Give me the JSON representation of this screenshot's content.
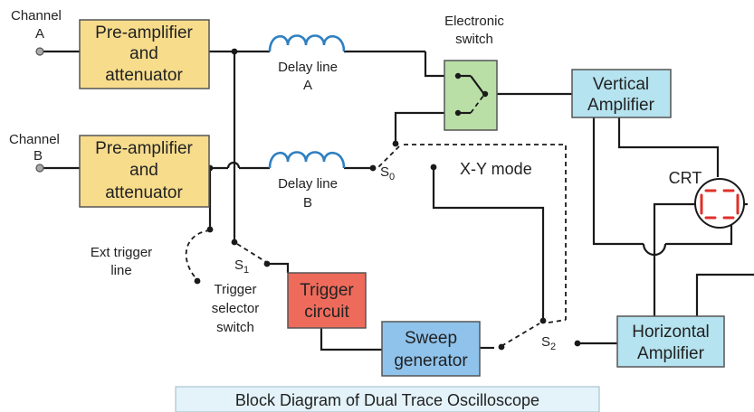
{
  "colors": {
    "preamp": "#f7dc8c",
    "switch": "#b9dfa6",
    "amplifier": "#b5e3ef",
    "trigger": "#ee6b5c",
    "sweep": "#8fc3ec",
    "caption_bg": "#e3f3f9",
    "inductor": "#2f7fc1",
    "crt_plates": "#e0302a"
  },
  "inputs": {
    "channel_a": {
      "line1": "Channel",
      "line2": "A"
    },
    "channel_b": {
      "line1": "Channel",
      "line2": "B"
    }
  },
  "blocks": {
    "preamp_a": [
      "Pre-amplifier",
      "and",
      "attenuator"
    ],
    "preamp_b": [
      "Pre-amplifier",
      "and",
      "attenuator"
    ],
    "vertical_amplifier": [
      "Vertical",
      "Amplifier"
    ],
    "horizontal_amplifier": [
      "Horizontal",
      "Amplifier"
    ],
    "trigger_circuit": [
      "Trigger",
      "circuit"
    ],
    "sweep_generator": [
      "Sweep",
      "generator"
    ]
  },
  "labels": {
    "electronic_switch": [
      "Electronic",
      "switch"
    ],
    "delay_a": [
      "Delay line",
      "A"
    ],
    "delay_b": [
      "Delay line",
      "B"
    ],
    "s0": "S",
    "s0_sub": "0",
    "s1": "S",
    "s1_sub": "1",
    "s2": "S",
    "s2_sub": "2",
    "xy_mode": "X-Y mode",
    "ext_trigger": [
      "Ext trigger",
      "line"
    ],
    "trigger_selector": [
      "Trigger",
      "selector",
      "switch"
    ],
    "crt": "CRT"
  },
  "caption": "Block Diagram of Dual Trace Oscilloscope"
}
